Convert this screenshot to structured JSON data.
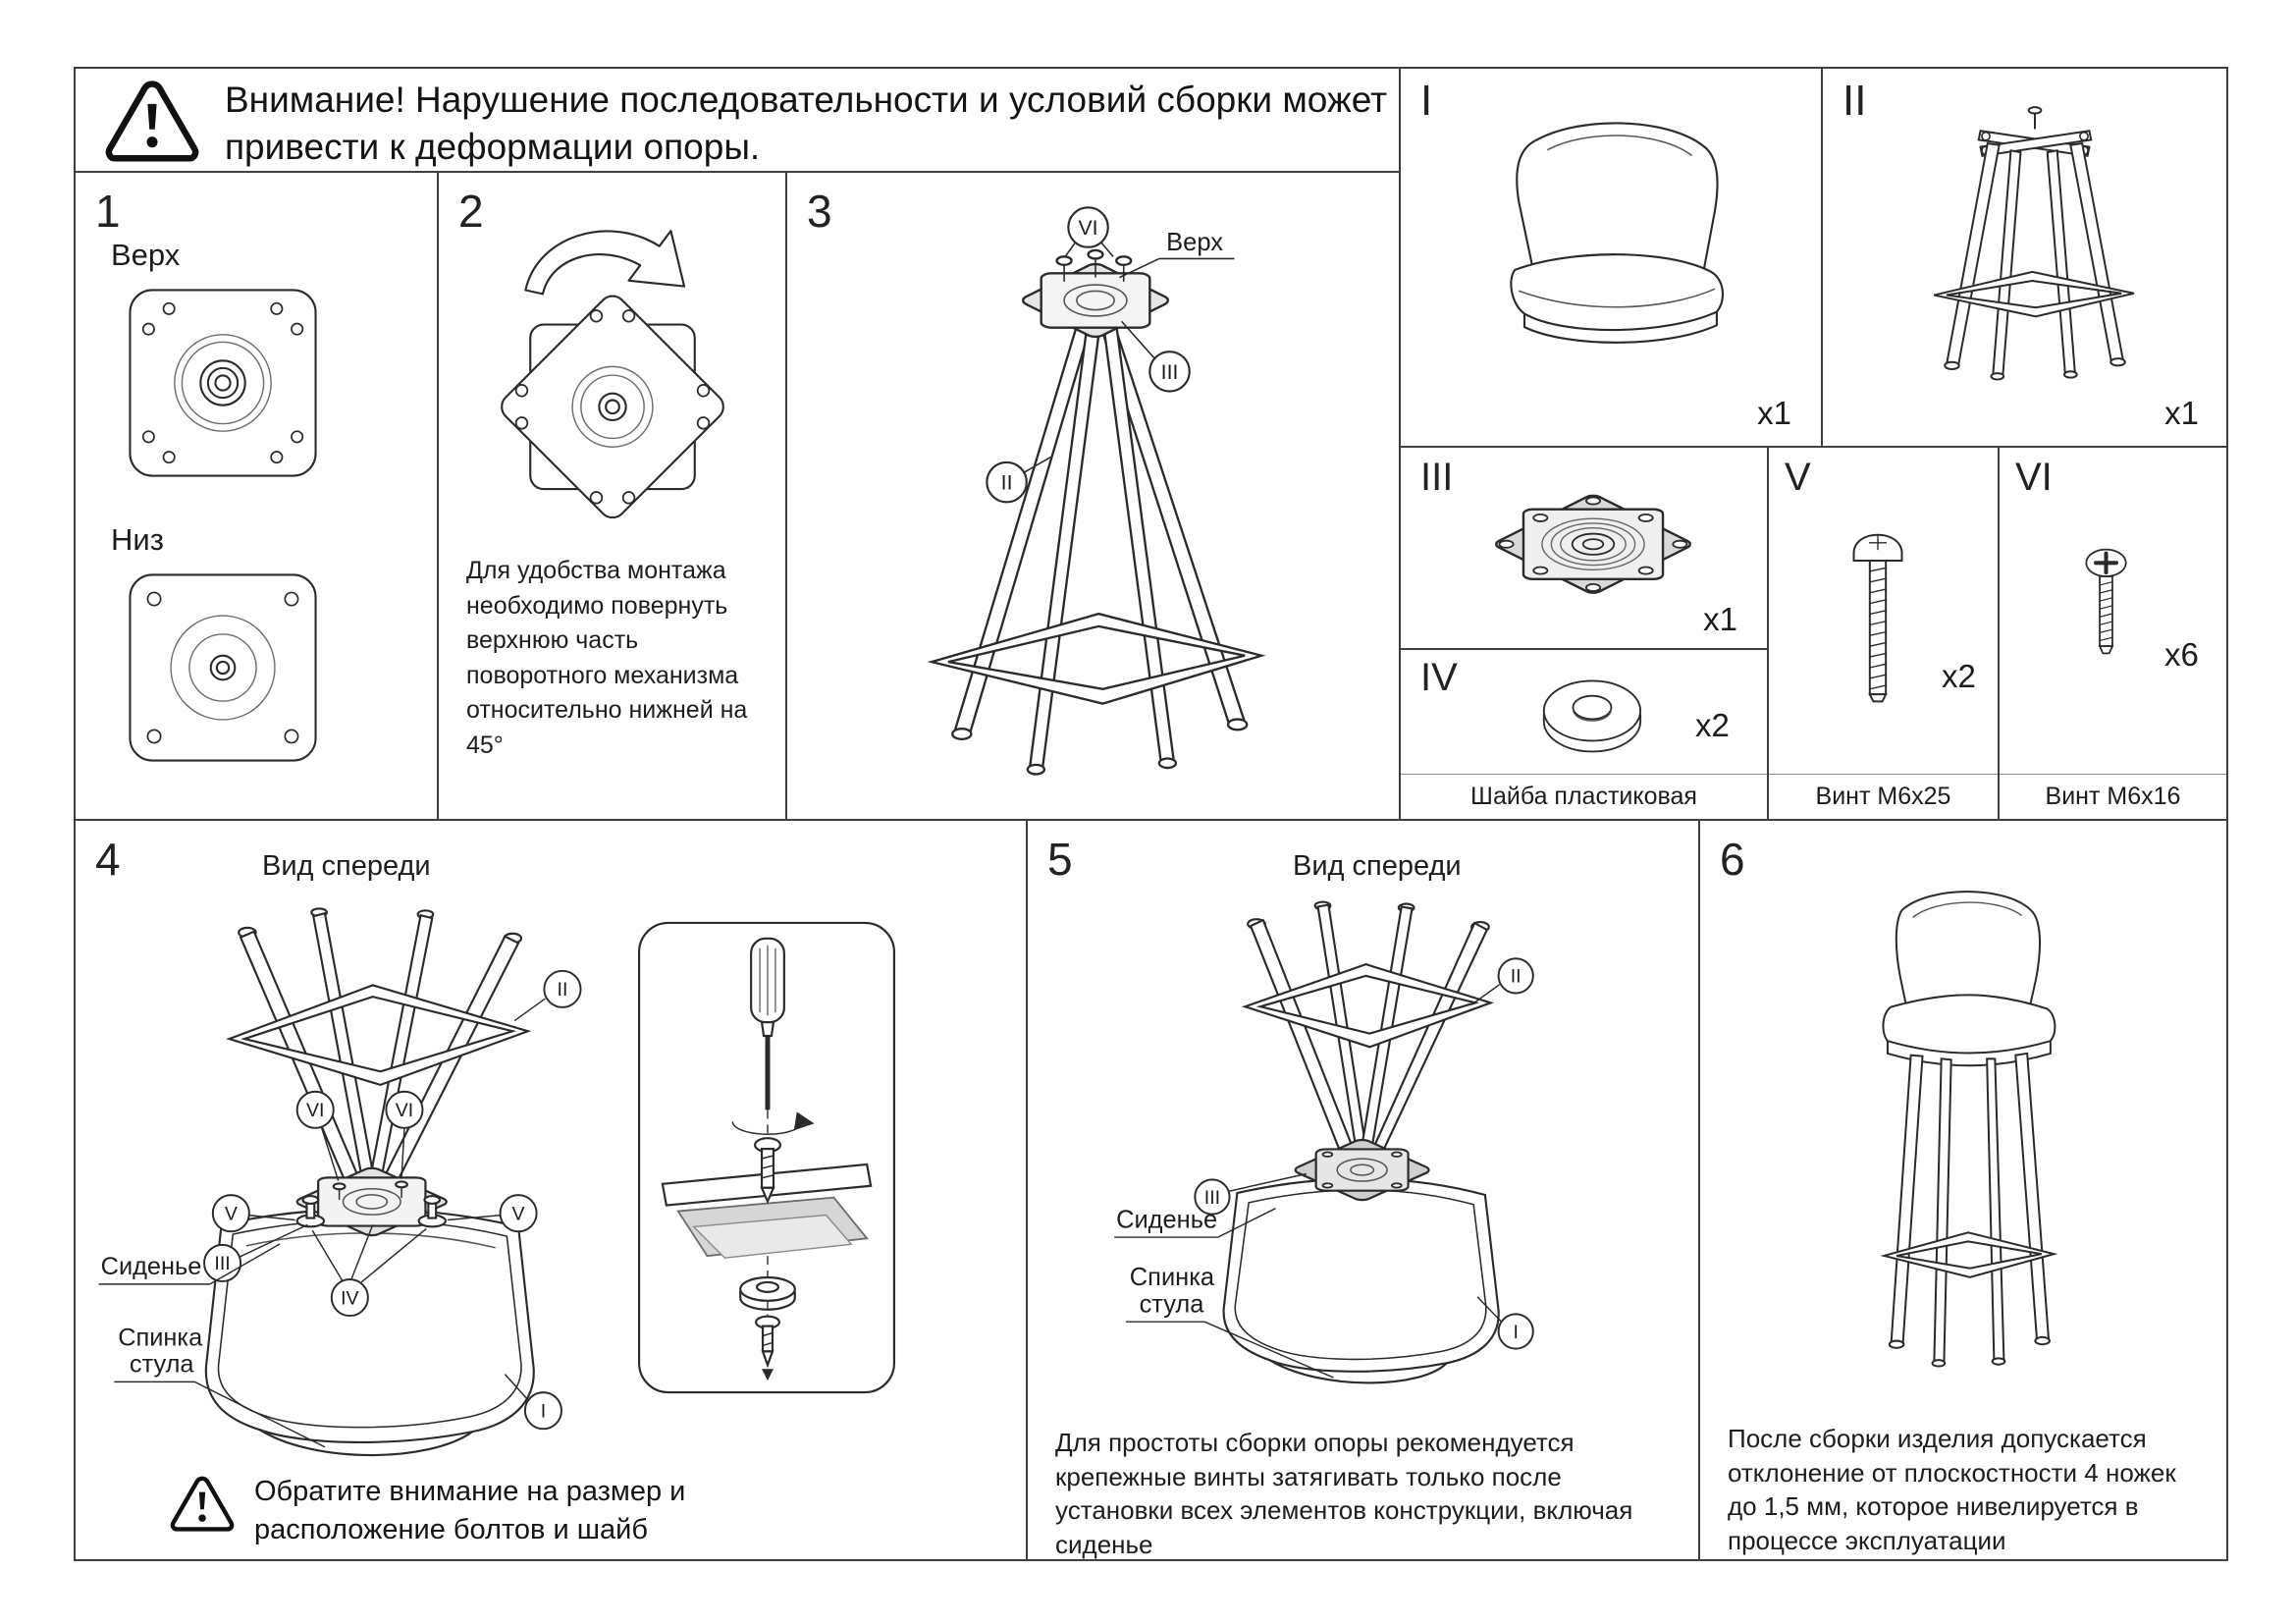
{
  "warning": {
    "text": "Внимание! Нарушение последовательности и условий сборки может привести к деформации опоры."
  },
  "steps": {
    "s1": {
      "num": "1",
      "top_label": "Верх",
      "bottom_label": "Низ"
    },
    "s2": {
      "num": "2",
      "note": "Для удобства монтажа необходимо повернуть верхнюю часть поворотного механизма относительно нижней на 45°"
    },
    "s3": {
      "num": "3",
      "callout_vi": "VI",
      "label_top": "Верх",
      "callout_iii": "III",
      "callout_ii": "II"
    },
    "s4": {
      "num": "4",
      "title": "Вид спереди",
      "callout_ii": "II",
      "callout_vi_left": "VI",
      "callout_vi_right": "VI",
      "callout_v_left": "V",
      "callout_v_right": "V",
      "callout_iii": "III",
      "callout_iv": "IV",
      "callout_i": "I",
      "label_seat": "Сиденье",
      "label_back_1": "Спинка",
      "label_back_2": "стула",
      "warning": "Обратите внимание на размер и расположение болтов и шайб"
    },
    "s5": {
      "num": "5",
      "title": "Вид спереди",
      "callout_ii": "II",
      "callout_iii": "III",
      "callout_i": "I",
      "label_seat": "Сиденье",
      "label_back_1": "Спинка",
      "label_back_2": "стула",
      "note": "Для простоты сборки опоры рекомендуется крепежные винты затягивать только после установки всех элементов конструкции, включая сиденье"
    },
    "s6": {
      "num": "6",
      "note": "После сборки изделия допускается отклонение от плоскостности 4 ножек до 1,5 мм, которое нивелируется в процессе эксплуатации"
    }
  },
  "parts": {
    "seat": {
      "num": "I",
      "qty": "x1"
    },
    "frame": {
      "num": "II",
      "qty": "x1"
    },
    "mechanism": {
      "num": "III",
      "qty": "x1"
    },
    "washer": {
      "num": "IV",
      "qty": "x2",
      "name": "Шайба пластиковая"
    },
    "bolt_long": {
      "num": "V",
      "qty": "x2",
      "name": "Винт M6x25"
    },
    "bolt_short": {
      "num": "VI",
      "qty": "x6",
      "name": "Винт M6x16"
    }
  }
}
